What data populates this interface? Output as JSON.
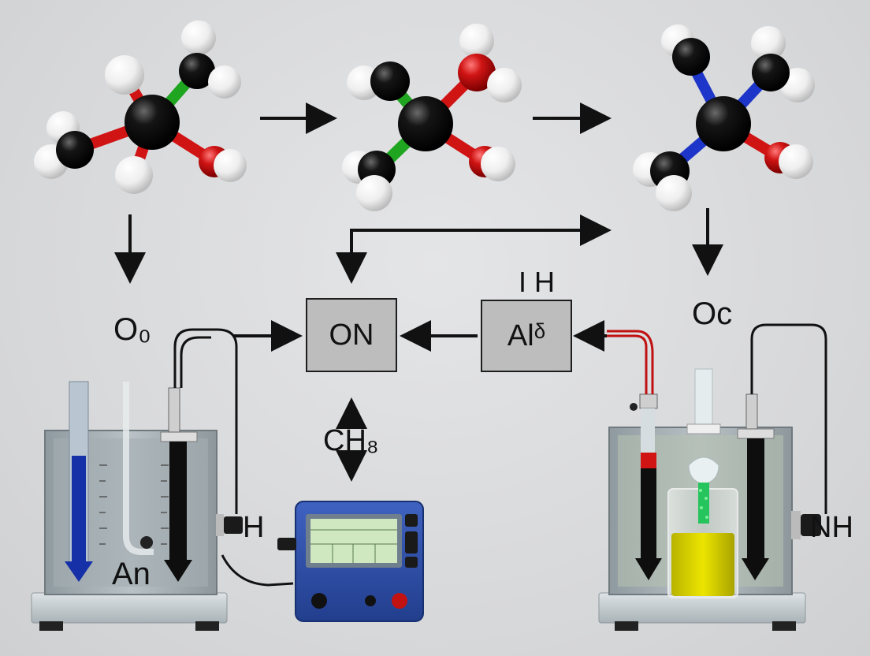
{
  "labels": {
    "left_output": "O₀",
    "right_output": "Oc",
    "left_apparatus": "An",
    "left_connector": "H",
    "right_connector": "NH",
    "above_box": "I H",
    "center_species": "CH₈"
  },
  "boxes": {
    "center": "ON",
    "right": "Alᵟ"
  },
  "colors": {
    "carbon": "#0b0b0b",
    "hydrogen": "#f4f4f4",
    "oxygen": "#d01414",
    "green_bond": "#1fa51f",
    "blue_bond": "#1d35c9",
    "instrument_blue": "#2b4aa3",
    "screen_green": "#cfe8bf",
    "solution_yellow": "#d9d400"
  }
}
